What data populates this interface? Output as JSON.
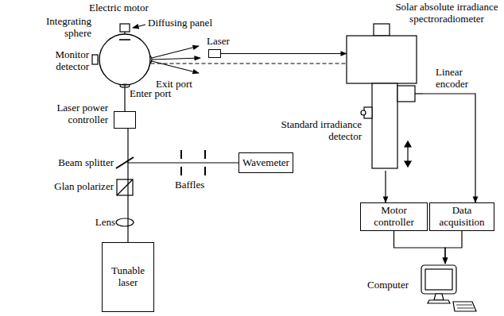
{
  "diagram": {
    "nodes": [
      {
        "text": [
          "Integrating sphere"
        ]
      },
      {
        "text": [
          "Laser power controller"
        ]
      },
      {
        "text": [
          "Tunable laser"
        ]
      },
      {
        "text": [
          "Wavemeter"
        ]
      },
      {
        "text": [
          "Solar absolute irradiance spectroradiometer"
        ]
      },
      {
        "text": [
          "Motor controller"
        ]
      },
      {
        "text": [
          "Data acquisition"
        ]
      },
      {
        "text": [
          "Computer"
        ]
      },
      {
        "text": [
          "Laser"
        ]
      }
    ],
    "edges": [
      {
        "from": 2,
        "to": 1,
        "arrow": "none"
      },
      {
        "from": 1,
        "to": 0,
        "arrow": "none"
      },
      {
        "from": 0,
        "to": 4,
        "arrow": "none"
      },
      {
        "from": 8,
        "to": 4,
        "arrow": "to"
      },
      {
        "from": 4,
        "to": 5,
        "arrow": "to"
      },
      {
        "from": 4,
        "to": 6,
        "arrow": "to"
      },
      {
        "from": 5,
        "to": 7,
        "arrow": "to"
      },
      {
        "from": 6,
        "to": 7,
        "arrow": "to"
      }
    ],
    "labels": [
      "Electric motor",
      "Diffusing panel",
      "Monitor detector",
      "Exit port",
      "Enter port",
      "Beam splitter",
      "Glan polarizer",
      "Lens",
      "Baffles",
      "Linear encoder",
      "Standard irradiance detector"
    ]
  }
}
